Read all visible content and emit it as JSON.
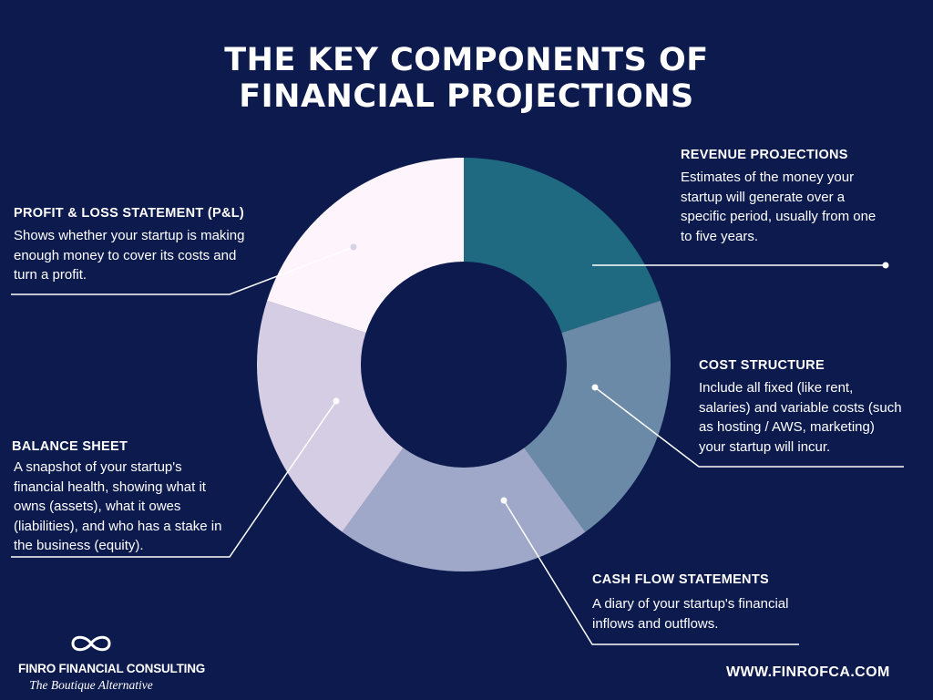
{
  "title": {
    "line1": "THE KEY COMPONENTS OF",
    "line2": "FINANCIAL PROJECTIONS"
  },
  "segments": [
    {
      "name": "Revenue Projections",
      "share": 0.2,
      "color": "#1f6a80"
    },
    {
      "name": "Cost Structure",
      "share": 0.2,
      "color": "#6a8aa8"
    },
    {
      "name": "Cash Flow Statements",
      "share": 0.2,
      "color": "#9fa8c8"
    },
    {
      "name": "Balance Sheet",
      "share": 0.2,
      "color": "#d4cde3"
    },
    {
      "name": "Profit & Loss Statement",
      "share": 0.2,
      "color": "#fdf4fc"
    }
  ],
  "components": {
    "revenue": {
      "heading": "REVENUE PROJECTIONS",
      "lines": [
        "Estimates of the money your",
        "startup will generate over a",
        "specific period, usually from one",
        "to five years."
      ]
    },
    "pnl": {
      "heading": "PROFIT & LOSS STATEMENT (P&L)",
      "lines": [
        "Shows whether your startup is making",
        "enough money to cover its costs and",
        "turn a profit."
      ]
    },
    "cost": {
      "heading": "COST STRUCTURE",
      "lines": [
        "Include all fixed (like rent,",
        "salaries) and variable costs (such",
        "as hosting / AWS, marketing)",
        "your startup will incur."
      ]
    },
    "balance": {
      "heading": "BALANCE SHEET",
      "lines": [
        "A snapshot of your startup's",
        "financial health, showing what it",
        "owns (assets), what it owes",
        "(liabilities), and who has a stake in",
        "the business (equity)."
      ]
    },
    "cashflow": {
      "heading": "CASH FLOW STATEMENTS",
      "lines": [
        "A diary of your startup's financial",
        "inflows and outflows."
      ]
    }
  },
  "logo": {
    "name": "FINRO FINANCIAL CONSULTING",
    "tagline": "The Boutique Alternative",
    "icon": "infinity-icon"
  },
  "website": "WWW.FINROFCA.COM"
}
